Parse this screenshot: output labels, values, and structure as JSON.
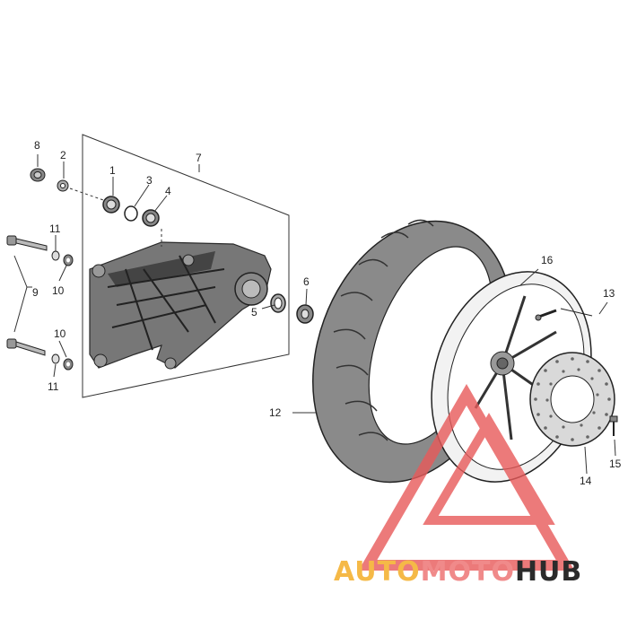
{
  "callouts": {
    "p1": "1",
    "p2": "2",
    "p3": "3",
    "p4": "4",
    "p5": "5",
    "p6": "6",
    "p7": "7",
    "p8": "8",
    "p9": "9",
    "p10a": "10",
    "p10b": "10",
    "p11a": "11",
    "p11b": "11",
    "p12": "12",
    "p13": "13",
    "p14": "14",
    "p15": "15",
    "p16": "16"
  },
  "watermark": {
    "part1": "AUTO",
    "part2": "MOTO",
    "part3": "HUB",
    "colors": {
      "auto": "#f5b947",
      "moto": "#f08a8a",
      "hub": "#2b2b2b",
      "triangle": "#e85a5a"
    }
  }
}
